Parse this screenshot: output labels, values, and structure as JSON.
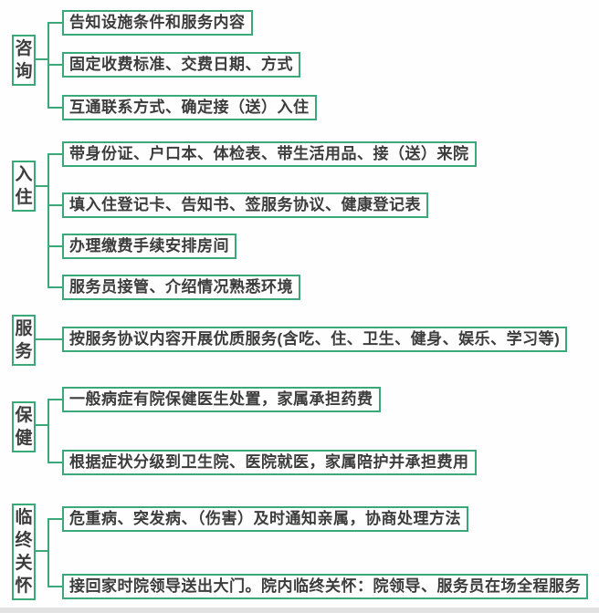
{
  "colors": {
    "accent": "#3BA879",
    "text": "#3C3C3C",
    "background": "#FEFEFE",
    "bottom_strip": "#E2E2E2"
  },
  "sections": [
    {
      "label": "咨询",
      "branches": [
        "告知设施条件和服务内容",
        "固定收费标准、交费日期、方式",
        "互通联系方式、确定接（送）入住"
      ]
    },
    {
      "label": "入住",
      "branches": [
        "带身份证、户口本、体检表、带生活用品、接（送）来院",
        "填入住登记卡、告知书、签服务协议、健康登记表",
        "办理缴费手续安排房间",
        "服务员接管、介绍情况熟悉环境"
      ]
    },
    {
      "label": "服务",
      "branches": [
        "按服务协议内容开展优质服务(含吃、住、卫生、健身、娱乐、学习等)"
      ]
    },
    {
      "label": "保健",
      "branches": [
        "一般病症有院保健医生处置，家属承担药费",
        "根据症状分级到卫生院、医院就医，家属陪护并承担费用"
      ]
    },
    {
      "label": "临终关怀",
      "branches": [
        "危重病、突发病、（伤害）及时通知亲属，协商处理方法",
        "接回家时院领导送出大门。院内临终关怀：院领导、服务员在场全程服务"
      ]
    }
  ]
}
